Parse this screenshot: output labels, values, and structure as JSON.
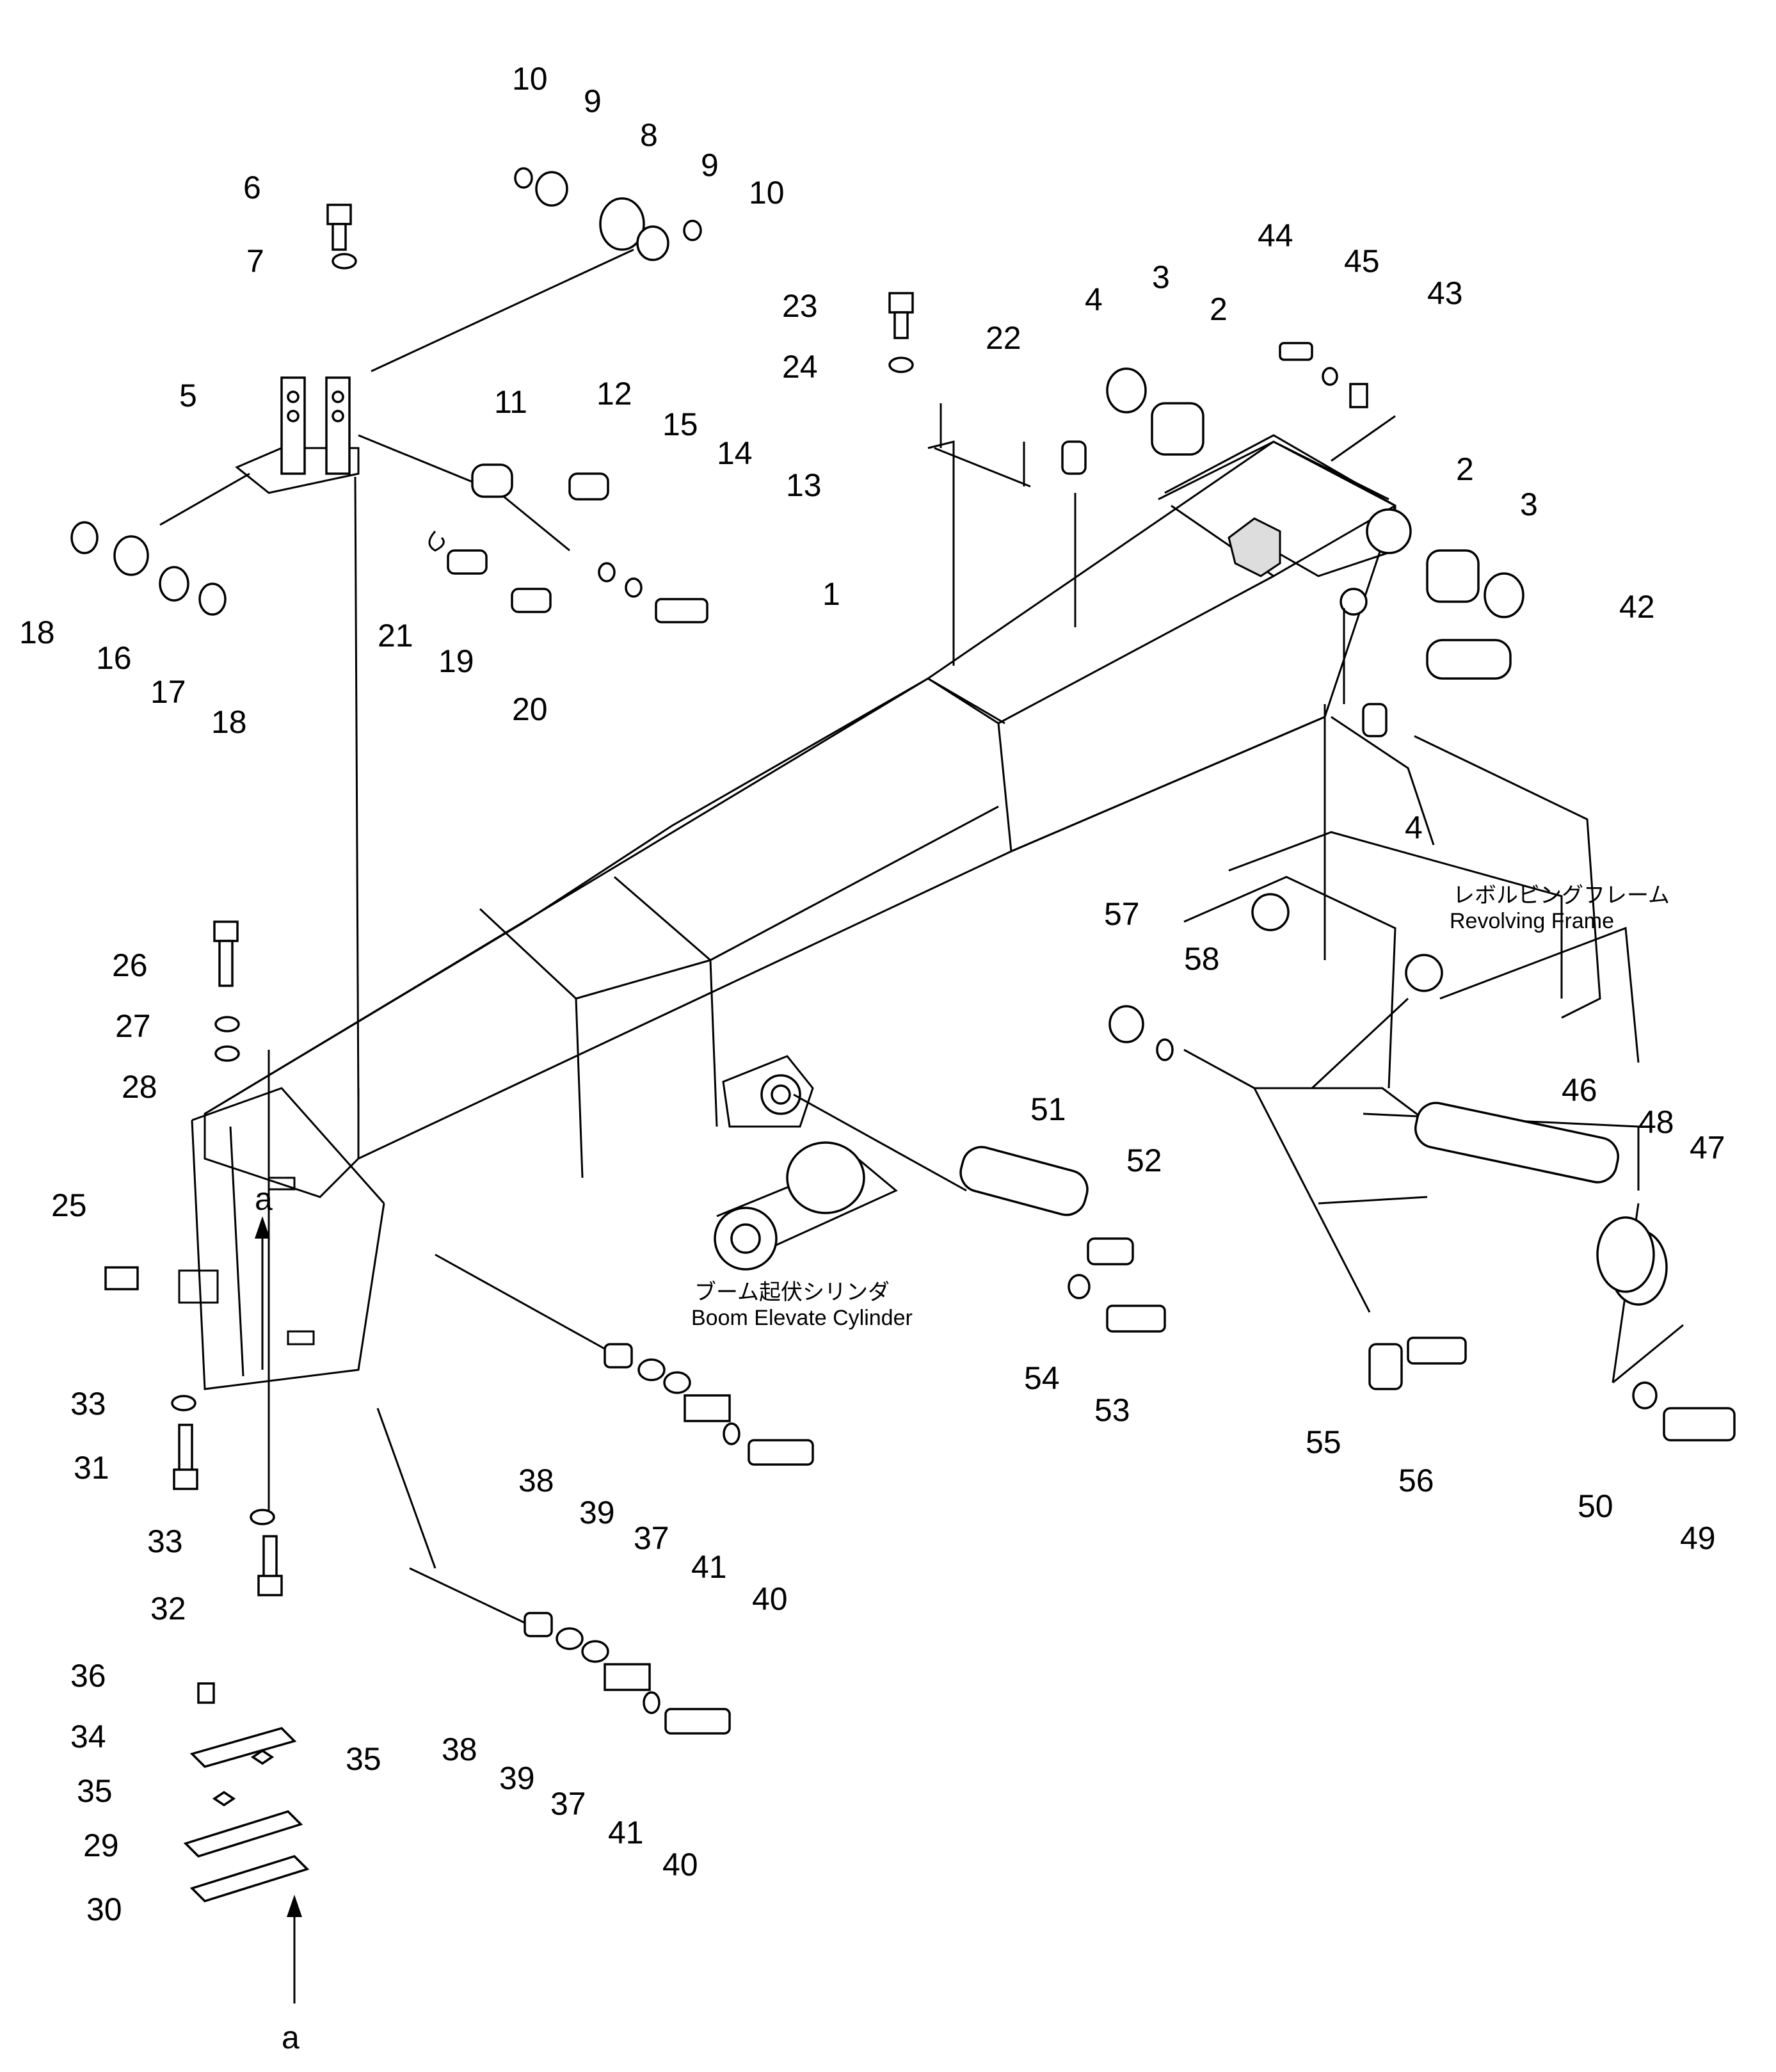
{
  "colors": {
    "ink": "#000000",
    "paper": "#ffffff"
  },
  "labels": {
    "n1": "1",
    "n2a": "2",
    "n2b": "2",
    "n3a": "3",
    "n3b": "3",
    "n4a": "4",
    "n4b": "4",
    "n5": "5",
    "n6": "6",
    "n7": "7",
    "n8": "8",
    "n9a": "9",
    "n9b": "9",
    "n10a": "10",
    "n10b": "10",
    "n11": "11",
    "n12": "12",
    "n13": "13",
    "n14": "14",
    "n15": "15",
    "n16": "16",
    "n17": "17",
    "n18a": "18",
    "n18b": "18",
    "n19": "19",
    "n20": "20",
    "n21": "21",
    "n22": "22",
    "n23": "23",
    "n24": "24",
    "n25": "25",
    "n26": "26",
    "n27": "27",
    "n28": "28",
    "n29": "29",
    "n30": "30",
    "n31": "31",
    "n32": "32",
    "n33a": "33",
    "n33b": "33",
    "n34": "34",
    "n35a": "35",
    "n35b": "35",
    "n36": "36",
    "n37a": "37",
    "n37b": "37",
    "n38a": "38",
    "n38b": "38",
    "n39a": "39",
    "n39b": "39",
    "n40a": "40",
    "n40b": "40",
    "n41a": "41",
    "n41b": "41",
    "n42": "42",
    "n43": "43",
    "n44": "44",
    "n45": "45",
    "n46": "46",
    "n47": "47",
    "n48": "48",
    "n49": "49",
    "n50": "50",
    "n51": "51",
    "n52": "52",
    "n53": "53",
    "n54": "54",
    "n55": "55",
    "n56": "56",
    "n57": "57",
    "n58": "58",
    "view_a_top": "a",
    "view_a_bottom": "a"
  },
  "notes": {
    "revolving_frame_jp": "レボルビングフレーム",
    "revolving_frame_en": "Revolving Frame",
    "boom_cylinder_jp": "ブーム起伏シリンダ",
    "boom_cylinder_en": "Boom Elevate Cylinder"
  }
}
